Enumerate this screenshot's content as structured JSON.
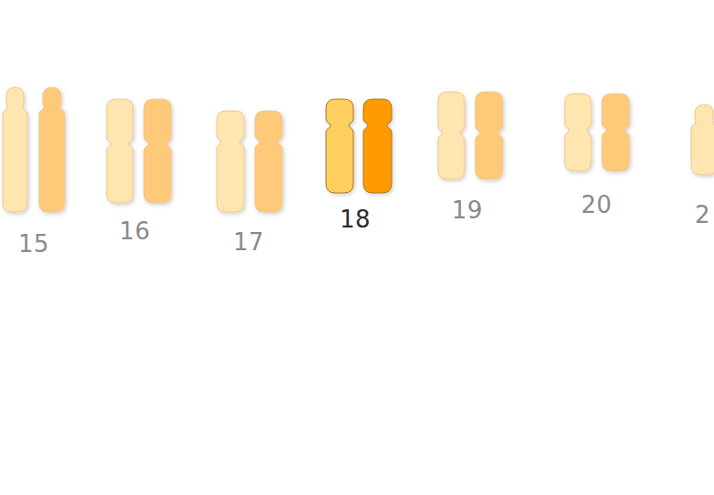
{
  "diagram": {
    "labels": [
      "15",
      "16",
      "17",
      "18",
      "19",
      "20",
      "2"
    ]
  }
}
